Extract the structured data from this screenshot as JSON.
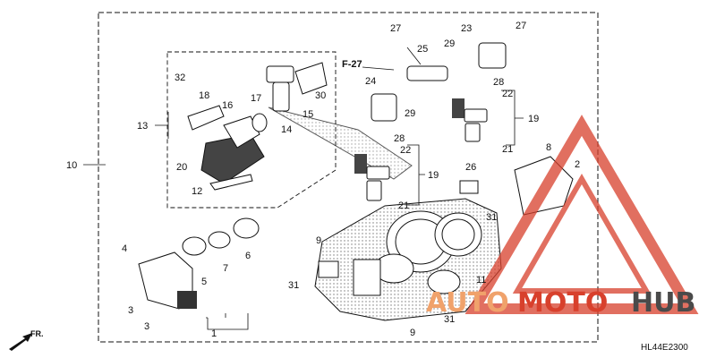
{
  "diagram": {
    "drawing_code": "HL44E2300",
    "reference_label": "F-27",
    "front_label": "FR.",
    "watermark": {
      "part1": "AUTO",
      "part2": "MOTO",
      "part3": "HUB"
    },
    "callouts": [
      {
        "id": "c1",
        "label": "1"
      },
      {
        "id": "c2",
        "label": "2"
      },
      {
        "id": "c3a",
        "label": "3"
      },
      {
        "id": "c3b",
        "label": "3"
      },
      {
        "id": "c4",
        "label": "4"
      },
      {
        "id": "c5",
        "label": "5"
      },
      {
        "id": "c6",
        "label": "6"
      },
      {
        "id": "c7",
        "label": "7"
      },
      {
        "id": "c8",
        "label": "8"
      },
      {
        "id": "c9a",
        "label": "9"
      },
      {
        "id": "c9b",
        "label": "9"
      },
      {
        "id": "c10",
        "label": "10"
      },
      {
        "id": "c11",
        "label": "11"
      },
      {
        "id": "c12",
        "label": "12"
      },
      {
        "id": "c13",
        "label": "13"
      },
      {
        "id": "c14",
        "label": "14"
      },
      {
        "id": "c15",
        "label": "15"
      },
      {
        "id": "c16",
        "label": "16"
      },
      {
        "id": "c17",
        "label": "17"
      },
      {
        "id": "c18",
        "label": "18"
      },
      {
        "id": "c19a",
        "label": "19"
      },
      {
        "id": "c19b",
        "label": "19"
      },
      {
        "id": "c20",
        "label": "20"
      },
      {
        "id": "c21a",
        "label": "21"
      },
      {
        "id": "c21b",
        "label": "21"
      },
      {
        "id": "c22a",
        "label": "22"
      },
      {
        "id": "c22b",
        "label": "22"
      },
      {
        "id": "c23",
        "label": "23"
      },
      {
        "id": "c24",
        "label": "24"
      },
      {
        "id": "c25",
        "label": "25"
      },
      {
        "id": "c26",
        "label": "26"
      },
      {
        "id": "c27a",
        "label": "27"
      },
      {
        "id": "c27b",
        "label": "27"
      },
      {
        "id": "c28a",
        "label": "28"
      },
      {
        "id": "c28b",
        "label": "28"
      },
      {
        "id": "c29a",
        "label": "29"
      },
      {
        "id": "c29b",
        "label": "29"
      },
      {
        "id": "c30",
        "label": "30"
      },
      {
        "id": "c31a",
        "label": "31"
      },
      {
        "id": "c31b",
        "label": "31"
      },
      {
        "id": "c31c",
        "label": "31"
      },
      {
        "id": "c32",
        "label": "32"
      }
    ]
  }
}
